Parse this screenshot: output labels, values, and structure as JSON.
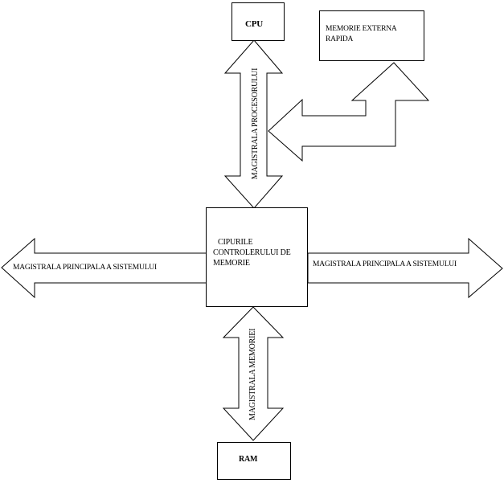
{
  "nodes": {
    "cpu": "CPU",
    "external_memory": "MEMORIE EXTERNA RAPIDA",
    "controller": "CIPURILE CONTROLERULUI DE MEMORIE",
    "ram": "RAM"
  },
  "buses": {
    "processor_bus": "MAGISTRALA PROCESORULUI",
    "main_bus_left": "MAGISTRALA PRINCIPALA A SISTEMULUI",
    "main_bus_right": "MAGISTRALA PRINCIPALA A SISTEMULUI",
    "memory_bus": "MAGISTRALA MEMORIEI"
  }
}
